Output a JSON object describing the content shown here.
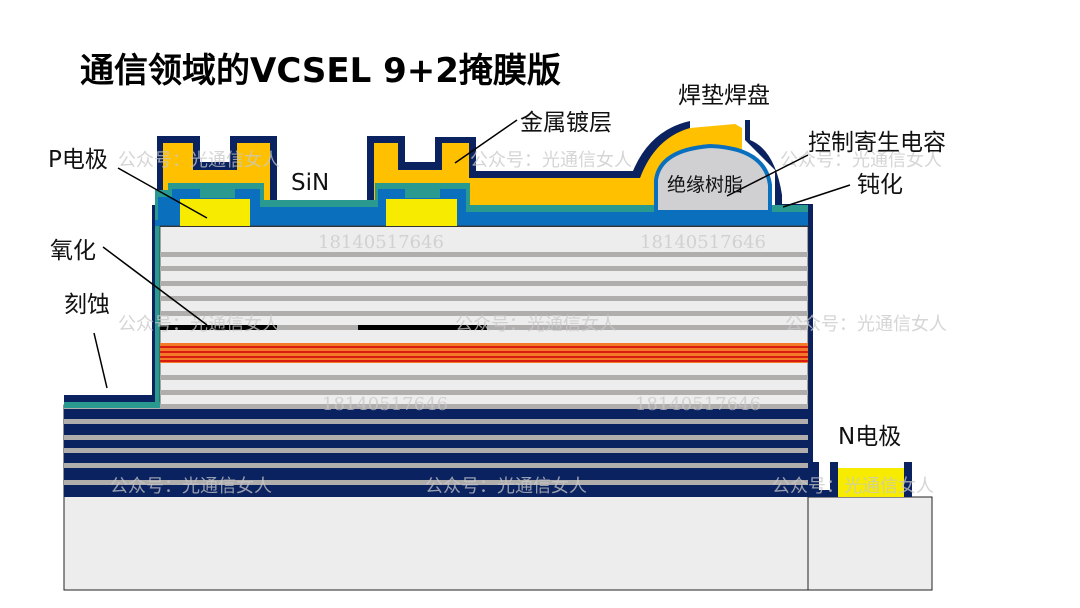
{
  "title": "通信领域的VCSEL 9+2掩膜版",
  "labels": {
    "p_electrode": "P电极",
    "sin": "SiN",
    "metal_plating": "金属镀层",
    "bond_pad": "焊垫焊盘",
    "parasitic_cap": "控制寄生电容",
    "insulating_resin": "绝缘树脂",
    "passivation": "钝化",
    "oxidation": "氧化",
    "etching": "刻蚀",
    "n_electrode": "N电极"
  },
  "watermarks": {
    "account": "公众号：光通信女人",
    "phone": "18140517646"
  },
  "colors": {
    "passivation": "#0b2260",
    "metal": "#ffc000",
    "teal": "#2a9a90",
    "blue": "#0a6fbd",
    "electrode": "#f7ec00",
    "semiconductor": "#ededed",
    "dbr": "#b0adad",
    "active": "#e84a1c",
    "oxide": "#000000",
    "resin": "#d0cfd1"
  }
}
